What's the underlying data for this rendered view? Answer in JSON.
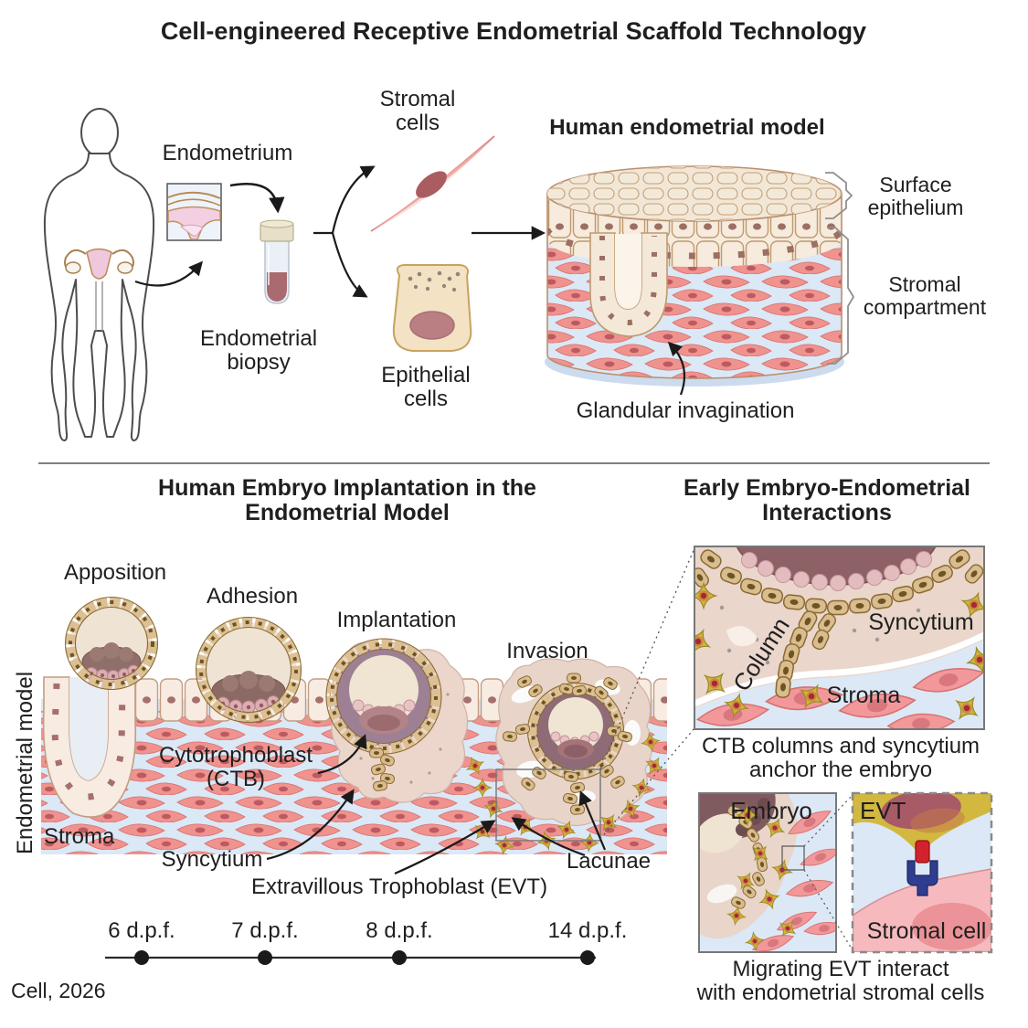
{
  "citation": "Cell, 2026",
  "top": {
    "title": "Cell-engineered Receptive Endometrial Scaffold Technology",
    "endometrium": "Endometrium",
    "biopsy_line1": "Endometrial",
    "biopsy_line2": "biopsy",
    "stromal_line1": "Stromal",
    "stromal_line2": "cells",
    "epithelial_line1": "Epithelial",
    "epithelial_line2": "cells",
    "model_title": "Human endometrial model",
    "surface_line1": "Surface",
    "surface_line2": "epithelium",
    "stromal_comp_line1": "Stromal",
    "stromal_comp_line2": "compartment",
    "gland_label": "Glandular invagination"
  },
  "bottom_left": {
    "title_line1": "Human Embryo Implantation in the",
    "title_line2": "Endometrial Model",
    "stages": [
      "Apposition",
      "Adhesion",
      "Implantation",
      "Invasion"
    ],
    "axis_label": "Endometrial model",
    "stroma": "Stroma",
    "ctb_line1": "Cytotrophoblast",
    "ctb_line2": "(CTB)",
    "syncytium": "Syncytium",
    "evt": "Extravillous Trophoblast (EVT)",
    "lacunae": "Lacunae",
    "timeline": [
      "6 d.p.f.",
      "7 d.p.f.",
      "8 d.p.f.",
      "14 d.p.f."
    ]
  },
  "bottom_right": {
    "title_line1": "Early Embryo-Endometrial",
    "title_line2": "Interactions",
    "inset1": {
      "column": "Column",
      "syncytium": "Syncytium",
      "stroma": "Stroma",
      "caption_line1": "CTB columns and syncytium",
      "caption_line2": "anchor the embryo"
    },
    "inset2": {
      "embryo": "Embryo"
    },
    "inset3": {
      "evt": "EVT",
      "stromal_cell": "Stromal cell"
    },
    "caption2_line1": "Migrating EVT interact",
    "caption2_line2": "with endometrial stromal cells"
  },
  "colors": {
    "stroma_cell_pink": "#f0928e",
    "stroma_bg_blue": "#dbe8f5",
    "epithelium_cream": "#f6ebdc",
    "epithelium_border_tan": "#bf9a6f",
    "trophoblast_tan": "#d9bd8e",
    "trophoblast_border": "#8a6a33",
    "embryo_body_pink": "#ecd6cb",
    "icm_mauve": "#8f6f6a",
    "maroon_ring": "#8e6b76",
    "evt_yellow": "#cdb63f",
    "evt_center_red": "#a32a36",
    "receptor_red": "#d2222e",
    "receptor_blue": "#2e3d8f",
    "text": "#1f1f1f"
  }
}
